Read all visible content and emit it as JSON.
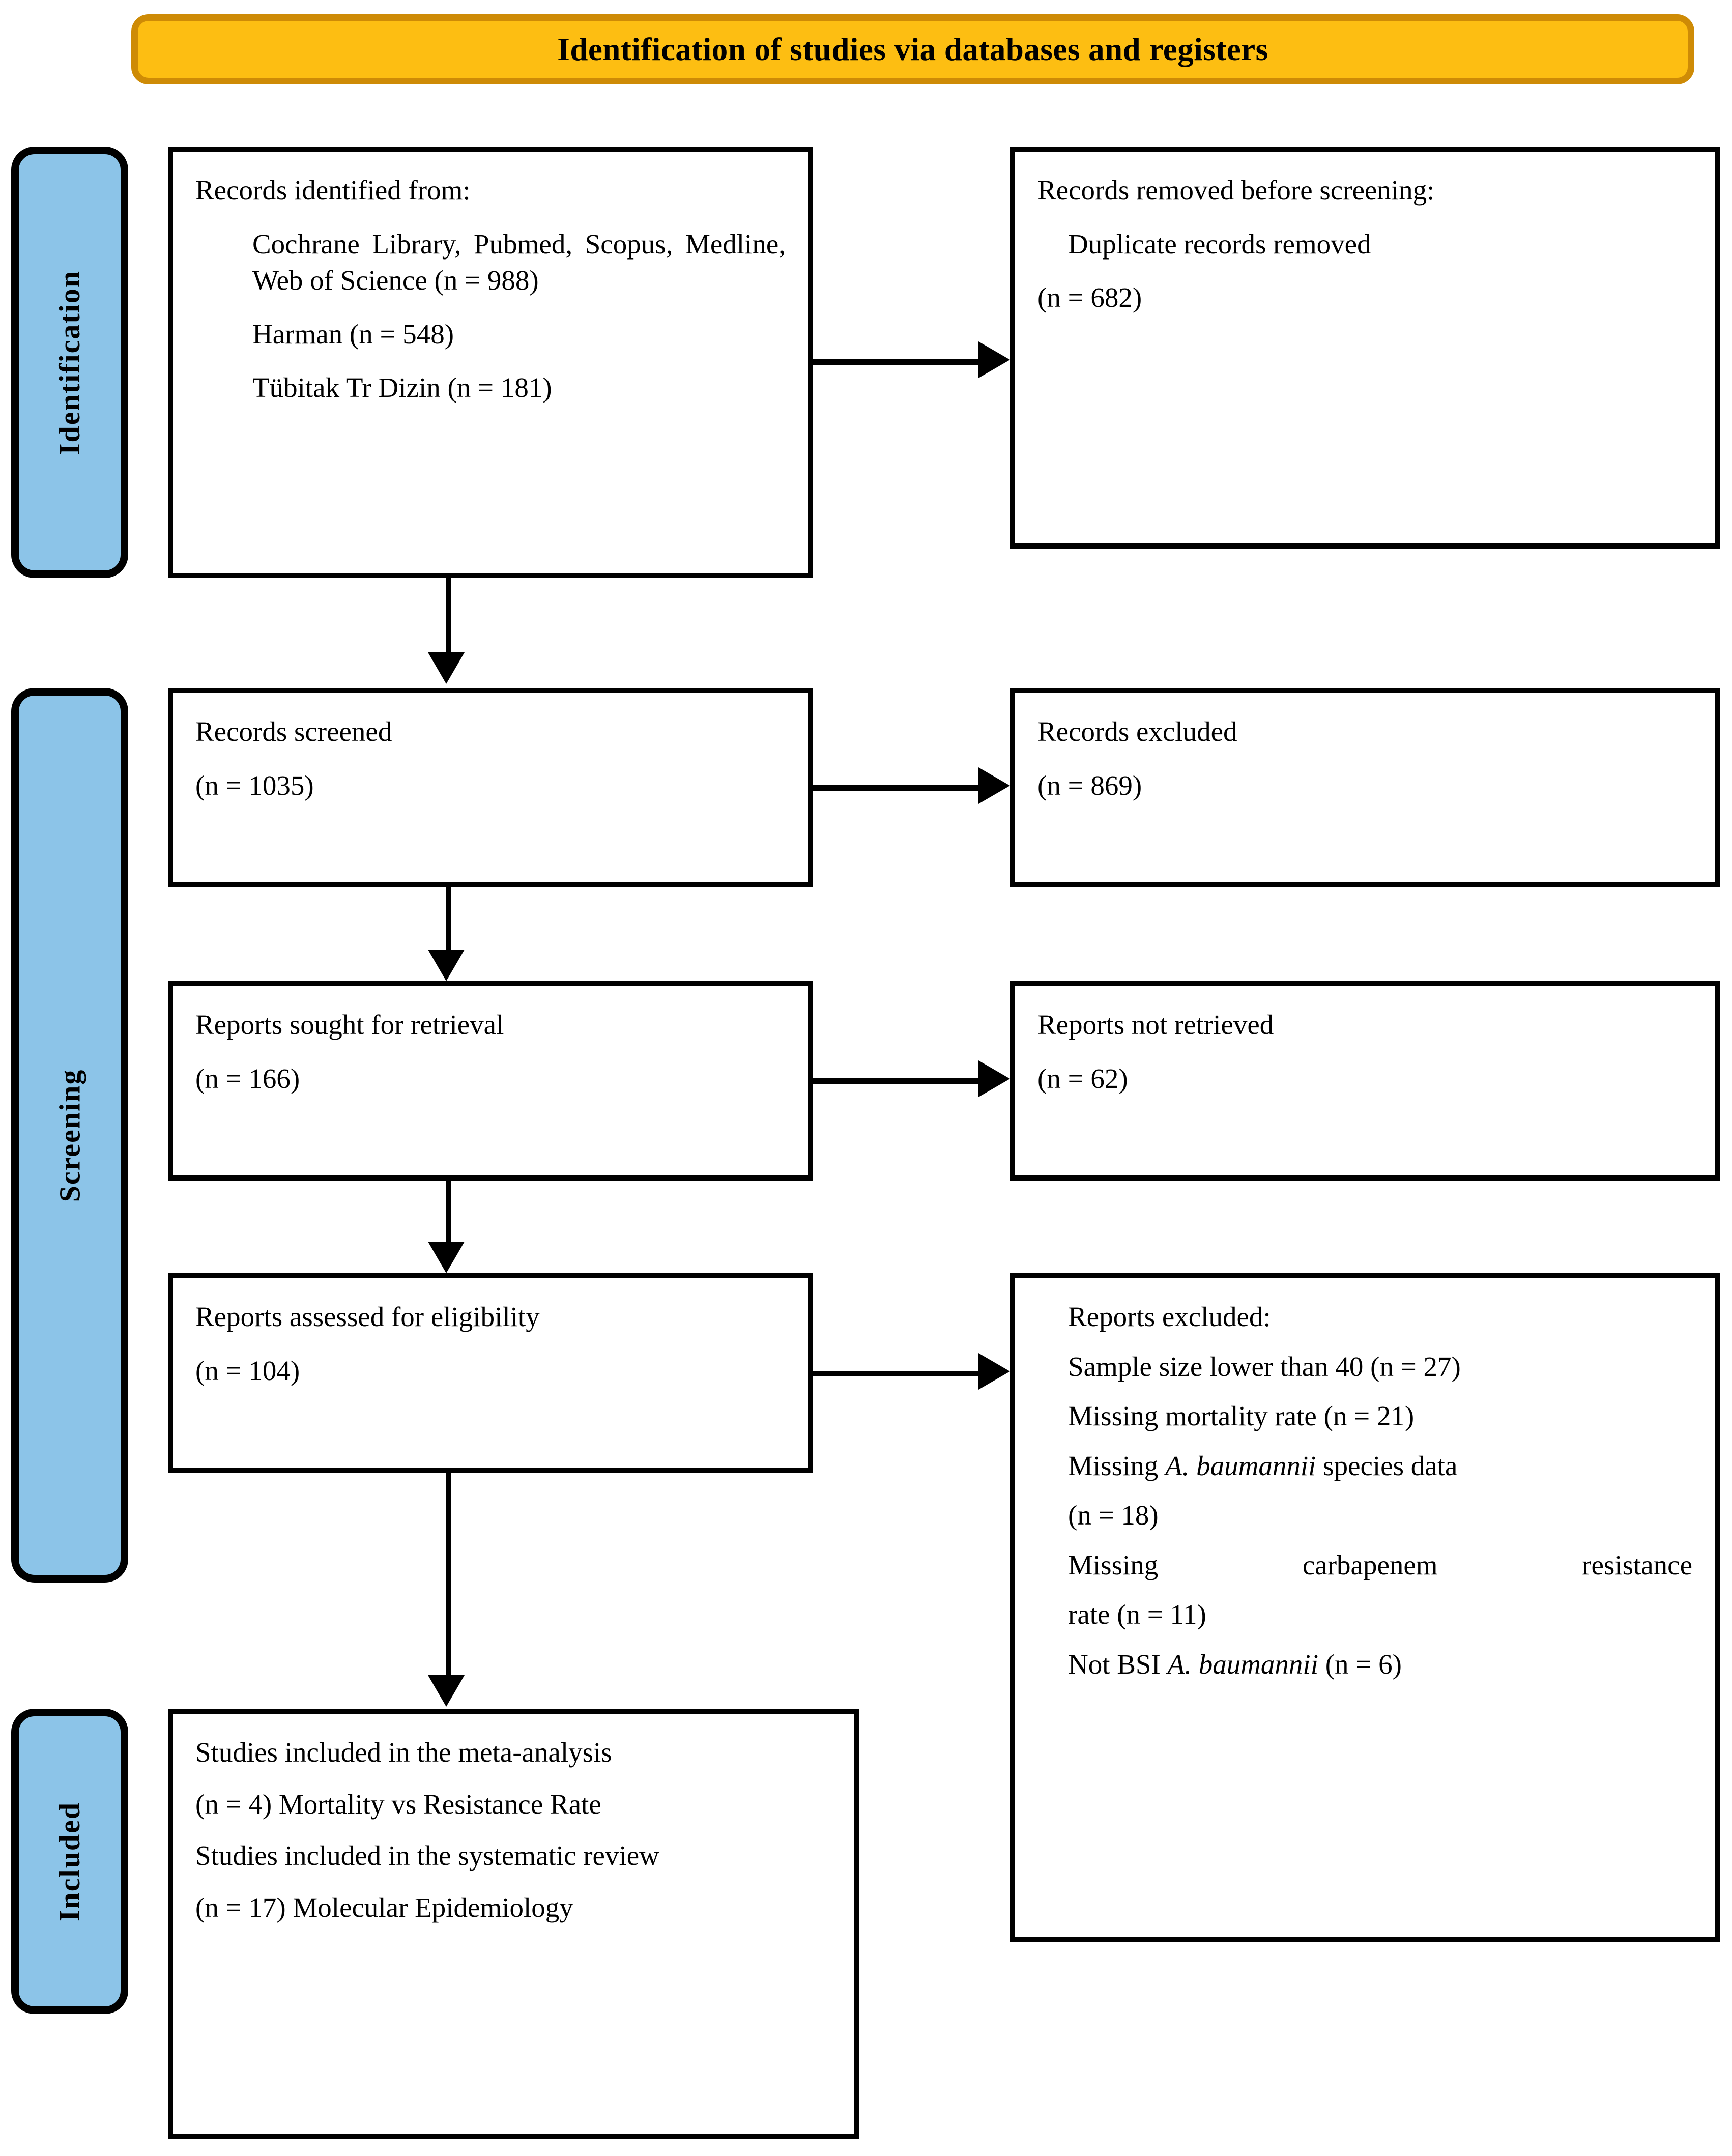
{
  "banner": {
    "title": "Identification of studies via databases and registers"
  },
  "stages": {
    "identification": "Identification",
    "screening": "Screening",
    "included": "Included"
  },
  "boxes": {
    "records_identified": {
      "heading": "Records identified from:",
      "lines": [
        "Cochrane Library, Pubmed, Scopus, Medline, Web of Science (n = 988)",
        "Harman (n = 548)",
        "Tübitak Tr Dizin (n = 181)"
      ]
    },
    "records_removed": {
      "heading": "Records removed before screening:",
      "reason": "Duplicate records removed",
      "count": "(n = 682)"
    },
    "records_screened": {
      "label": "Records screened",
      "count": "(n = 1035)"
    },
    "records_excluded": {
      "label": "Records excluded",
      "count": "(n = 869)"
    },
    "reports_sought": {
      "label": "Reports sought for retrieval",
      "count": "(n = 166)"
    },
    "reports_not_retrieved": {
      "label": "Reports not retrieved",
      "count": "(n = 62)"
    },
    "reports_assessed": {
      "label": "Reports assessed for eligibility",
      "count": "(n = 104)"
    },
    "reports_excluded": {
      "heading": "Reports excluded:",
      "reasons": [
        {
          "text": "Sample size lower than 40 (n = 27)"
        },
        {
          "text": "Missing mortality rate (n = 21)"
        },
        {
          "pre": "Missing ",
          "italic": "A. baumannii",
          "post": " species data"
        },
        {
          "text": "(n = 18)"
        },
        {
          "text": "Missing carbapenem resistance"
        },
        {
          "text": "rate (n = 11)"
        },
        {
          "pre": "Not BSI ",
          "italic": "A. baumannii",
          "post": " (n = 6)"
        }
      ]
    },
    "studies_included": {
      "meta_label": "Studies included in the meta-analysis",
      "meta_count": "(n = 4) Mortality vs Resistance Rate",
      "review_label": "Studies included in the systematic review",
      "review_count": "(n = 17) Molecular Epidemiology"
    }
  },
  "colors": {
    "banner_fill": "#FDBE12",
    "banner_border": "#CE8B06",
    "stage_fill": "#8CC4E8",
    "box_border": "#000000"
  }
}
